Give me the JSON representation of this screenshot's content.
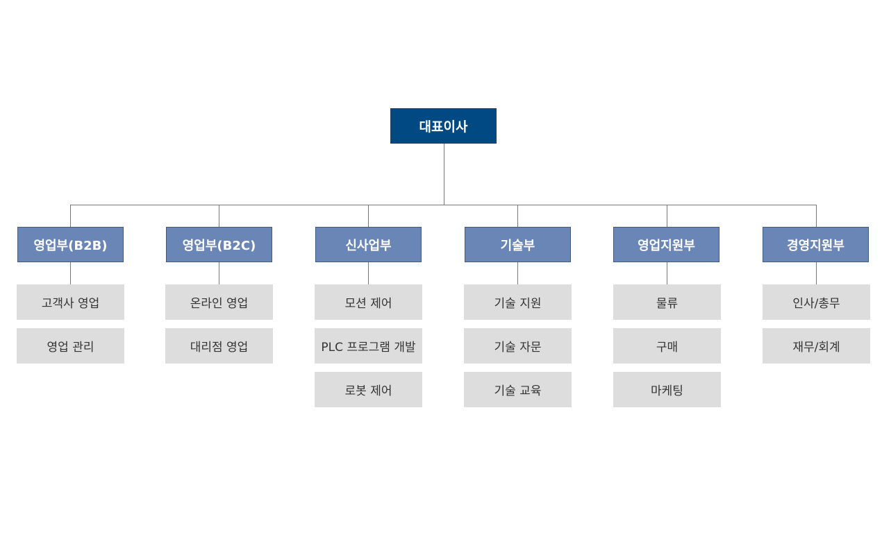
{
  "ceo": {
    "label": "대표이사"
  },
  "departments": [
    {
      "label": "영업부(B2B)",
      "teams": [
        "고객사 영업",
        "영업 관리"
      ]
    },
    {
      "label": "영업부(B2C)",
      "teams": [
        "온라인 영업",
        "대리점 영업"
      ]
    },
    {
      "label": "신사업부",
      "teams": [
        "모션 제어",
        "PLC 프로그램 개발",
        "로봇 제어"
      ]
    },
    {
      "label": "기술부",
      "teams": [
        "기술 지원",
        "기술 자문",
        "기술 교육"
      ]
    },
    {
      "label": "영업지원부",
      "teams": [
        "물류",
        "구매",
        "마케팅"
      ]
    },
    {
      "label": "경영지원부",
      "teams": [
        "인사/총무",
        "재무/회계"
      ]
    }
  ],
  "colors": {
    "ceo_fill": "#004983",
    "department_fill": "#6a86b7",
    "team_fill": "#dddddd",
    "connector": "#777777"
  }
}
